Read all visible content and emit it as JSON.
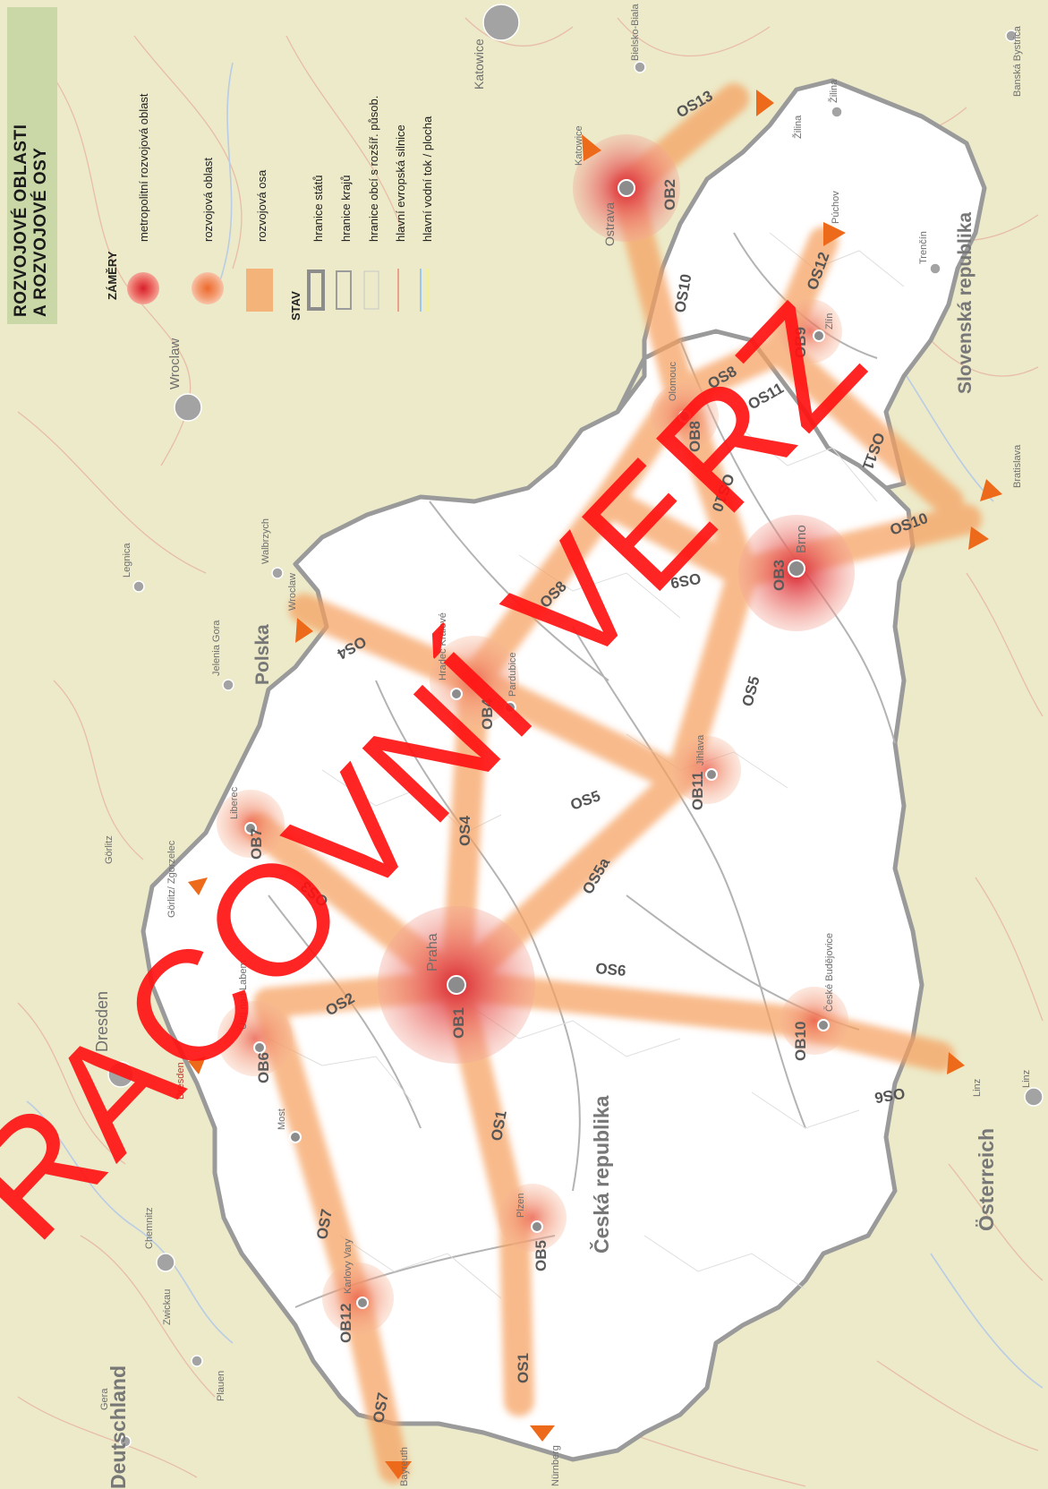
{
  "legend": {
    "title_line1": "ROZVOJOVÉ OBLASTI",
    "title_line2": "A ROZVOJOVÉ OSY",
    "section_plans": "ZÁMĚRY",
    "metro": "metropolitní rozvojová oblast",
    "area": "rozvojová oblast",
    "axis": "rozvojová osa",
    "section_state": "STAV",
    "state_border": "hranice států",
    "region_border": "hranice krajů",
    "municipal_border": "hranice obcí s rozšíř. působ.",
    "road": "hlavní evropská silnice",
    "water": "hlavní vodní tok / plocha"
  },
  "countries": {
    "cz": "Česká republika",
    "de": "Deutschland",
    "pl": "Polska",
    "sk": "Slovenská republika",
    "at": "Österreich"
  },
  "areas": {
    "OB1": "OB1",
    "OB2": "OB2",
    "OB3": "OB3",
    "OB4": "OB4",
    "OB5": "OB5",
    "OB6": "OB6",
    "OB7": "OB7",
    "OB8": "OB8",
    "OB9": "OB9",
    "OB10": "OB10",
    "OB11": "OB11",
    "OB12": "OB12"
  },
  "axes_labels": {
    "os1a": "OS1",
    "os1b": "OS1",
    "os2": "OS2",
    "os3": "OS3",
    "os4a": "OS4",
    "os4b": "OS4",
    "os5a_lbl": "OS5a",
    "os5b": "OS5",
    "os5c": "OS5",
    "os6a": "OS6",
    "os6b": "OS6",
    "os7a": "OS7",
    "os7b": "OS7",
    "os8a": "OS8",
    "os8b": "OS8",
    "os9": "OS9",
    "os10a": "OS10",
    "os10b": "OS10",
    "os10c": "OS10",
    "os11a": "OS11",
    "os11b": "OS11",
    "os12": "OS12",
    "os13": "OS13"
  },
  "cities": {
    "praha": "Praha",
    "brno": "Brno",
    "ostrava": "Ostrava",
    "plzen": "Plzen",
    "liberec": "Liberec",
    "usti": "Ústí nad Labem",
    "most": "Most",
    "karlovy_vary": "Karlovy Vary",
    "hradec": "Hradec Králové",
    "pardubice": "Pardubice",
    "olomouc": "Olomouc",
    "zlin": "Zlín",
    "jihlava": "Jihlava",
    "ceske_budejovice": "České Budějovice"
  },
  "foreign": {
    "dresden_big": "Dresden",
    "dresden": "Dresden",
    "gorlitz": "Görlitz",
    "gorlitz_zg": "Görlitz/ Zgorzelec",
    "chemnitz": "Chemnitz",
    "zwickau": "Zwickau",
    "plauen": "Plauen",
    "gera": "Gera",
    "bayreuth": "Bayreuth",
    "nurnberg": "Nürnberg",
    "linz1": "Linz",
    "linz2": "Linz",
    "wroclaw_big": "Wroclaw",
    "wroclaw": "Wroclaw",
    "walbrzych": "Walbrzych",
    "legnica": "Legnica",
    "jelenia": "Jelenia Gora",
    "katowice_big": "Katowice",
    "katowice": "Katowice",
    "bielsko": "Bielsko-Biala",
    "zilina1": "Žilina",
    "zilina2": "Žilina",
    "puchov": "Púchov",
    "trencin": "Trenčín",
    "bratislava": "Bratislava",
    "banska": "Banská Bystrica"
  },
  "watermark": "RACOVNÍ VERZ",
  "colors": {
    "background": "#eceac9",
    "country": "#ffffff",
    "axis": "#f6a05e",
    "area": "#f28b72",
    "metro": "#e9474a",
    "watermark": "#ff1212"
  }
}
